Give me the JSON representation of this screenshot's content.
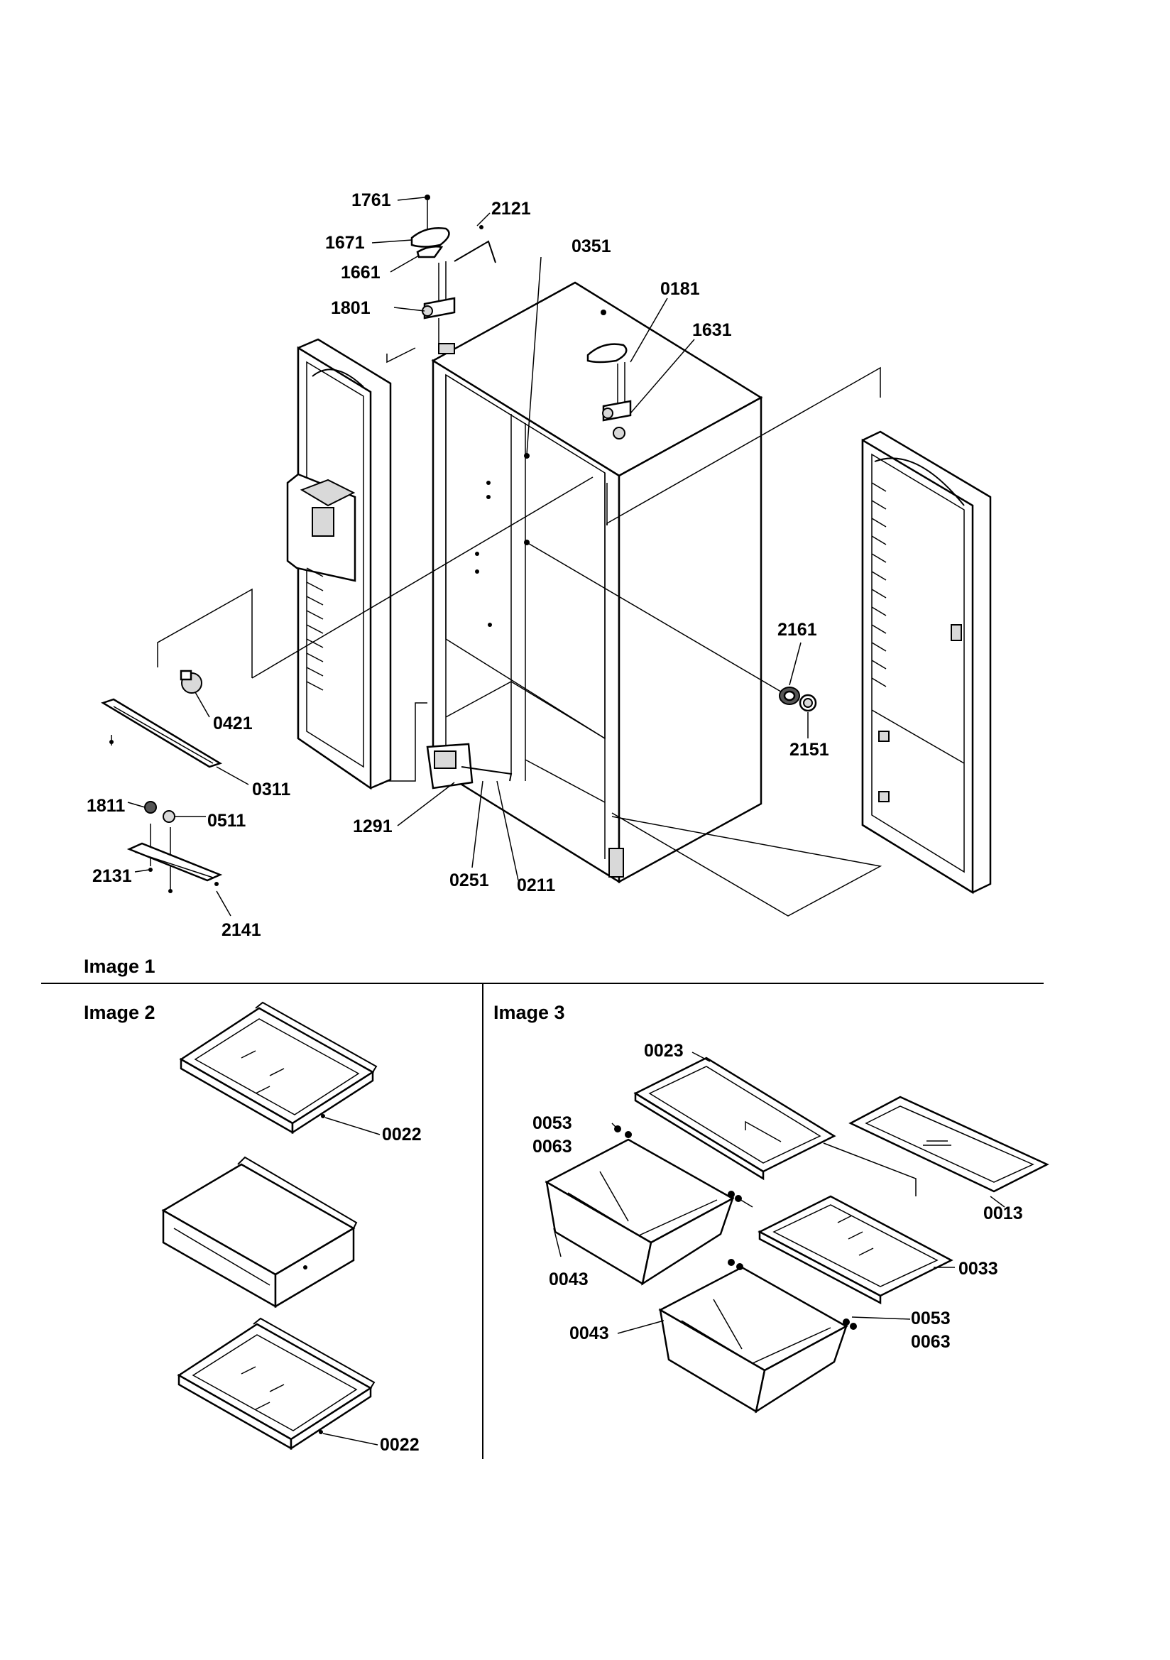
{
  "sections": {
    "image1": "Image 1",
    "image2": "Image 2",
    "image3": "Image 3"
  },
  "callouts": {
    "p1761": "1761",
    "p2121": "2121",
    "p1671": "1671",
    "p1661": "1661",
    "p0351": "0351",
    "p0181": "0181",
    "p1801": "1801",
    "p1631": "1631",
    "p2161": "2161",
    "p0421": "0421",
    "p2151": "2151",
    "p0311": "0311",
    "p1811": "1811",
    "p0511": "0511",
    "p1291": "1291",
    "p2131": "2131",
    "p0251": "0251",
    "p0211": "0211",
    "p2141": "2141",
    "p0022a": "0022",
    "p0022b": "0022",
    "p0023": "0023",
    "p0053a": "0053",
    "p0063a": "0063",
    "p0013": "0013",
    "p0043a": "0043",
    "p0033": "0033",
    "p0043b": "0043",
    "p0053b": "0053",
    "p0063b": "0063"
  }
}
